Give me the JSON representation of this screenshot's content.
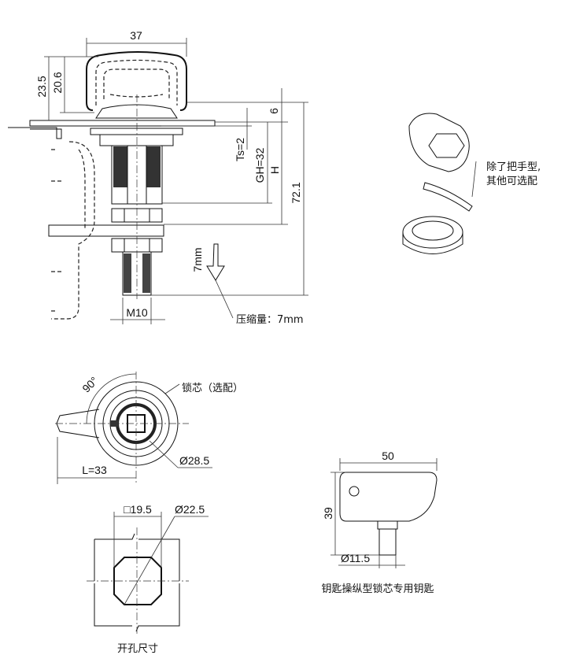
{
  "side_view": {
    "width_dim": "37",
    "height_dim_1": "23.5",
    "height_dim_2": "20.6",
    "top_dim": "6",
    "ts": "Ts=2",
    "gh": "GH=32",
    "h": "H",
    "total": "72.1",
    "stroke": "7mm",
    "thread": "M10",
    "compression": "压缩量：7mm"
  },
  "iso_view": {
    "note_line1": "除了把手型,",
    "note_line2": "其他可选配"
  },
  "front_view": {
    "angle": "90°",
    "core_label": "锁芯（选配）",
    "diameter": "Ø28.5",
    "length": "L=33"
  },
  "cutout": {
    "square": "□19.5",
    "diameter": "Ø22.5",
    "caption": "开孔尺寸"
  },
  "key": {
    "width": "50",
    "height": "39",
    "stem": "Ø11.5",
    "caption": "钥匙操纵型锁芯专用钥匙"
  }
}
